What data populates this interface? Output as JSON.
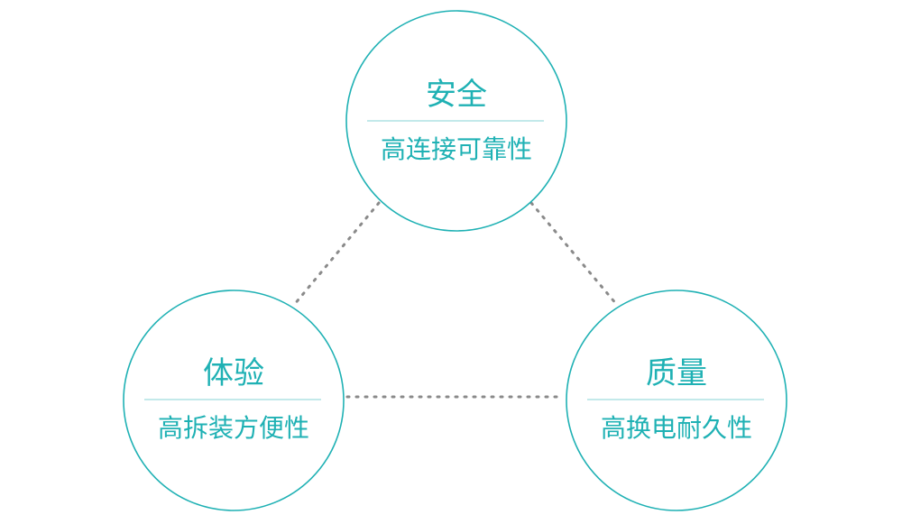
{
  "colors": {
    "accent": "#1fb1b4",
    "divider": "#9fdcdd",
    "connector": "#8a8a8a",
    "background": "#ffffff"
  },
  "nodes": [
    {
      "id": "safety",
      "title": "安全",
      "subtitle": "高连接可靠性"
    },
    {
      "id": "experience",
      "title": "体验",
      "subtitle": "高拆装方便性"
    },
    {
      "id": "quality",
      "title": "质量",
      "subtitle": "高换电耐久性"
    }
  ]
}
